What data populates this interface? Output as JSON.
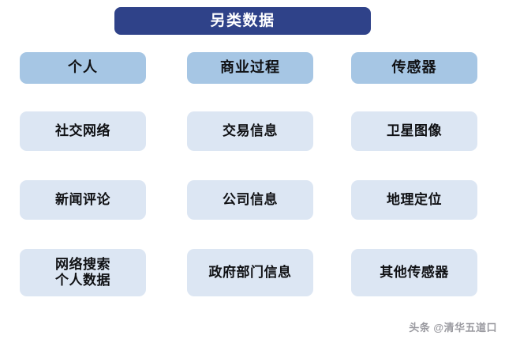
{
  "title": {
    "text": "另类数据"
  },
  "colors": {
    "banner": "#2f4289",
    "banner_text": "#ffffff",
    "header_cell": "#a6c6e4",
    "item_cell": "#dce6f3",
    "cell_text": "#101114",
    "background": "#ffffff",
    "watermark_text": "#9a9aa0"
  },
  "columns": [
    {
      "header": "个人",
      "items": [
        "社交网络",
        "新闻评论",
        "网络搜索\n个人数据"
      ]
    },
    {
      "header": "商业过程",
      "items": [
        "交易信息",
        "公司信息",
        "政府部门信息"
      ]
    },
    {
      "header": "传感器",
      "items": [
        "卫星图像",
        "地理定位",
        "其他传感器"
      ]
    }
  ],
  "watermark": {
    "text": "头条 @清华五道口"
  }
}
